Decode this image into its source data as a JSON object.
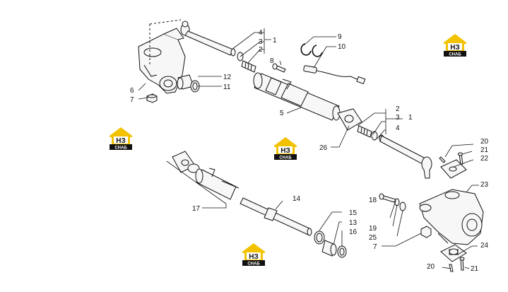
{
  "brand": {
    "logo_top": "НЗ",
    "logo_bottom": "СНАБ",
    "colors": {
      "yellow": "#f2c200",
      "black": "#111111"
    }
  },
  "callouts": {
    "c1a": "1",
    "c2a": "2",
    "c3a": "3",
    "c4a": "4",
    "c5": "5",
    "c6": "6",
    "c7a": "7",
    "c8": "8",
    "c9": "9",
    "c10": "10",
    "c11": "11",
    "c12": "12",
    "c1b": "1",
    "c2b": "2",
    "c3b": "3",
    "c4b": "4",
    "c26": "26",
    "c17": "17",
    "c14": "14",
    "c15": "15",
    "c13": "13",
    "c16": "16",
    "c18": "18",
    "c19": "19",
    "c25": "25",
    "c7b": "7",
    "c20a": "20",
    "c21a": "21",
    "c22": "22",
    "c23": "23",
    "c24": "24",
    "c20b": "20",
    "c21b": "21"
  }
}
